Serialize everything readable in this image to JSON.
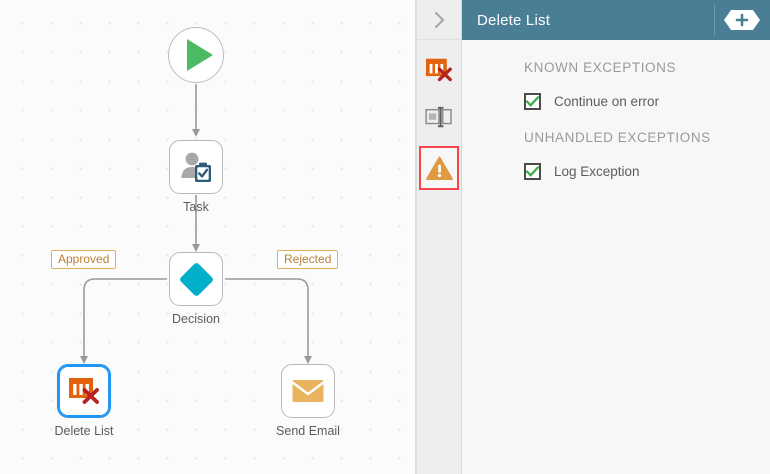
{
  "canvas": {
    "nodes": [
      {
        "id": "start",
        "name": "start-node",
        "label": "",
        "icon": "play-icon"
      },
      {
        "id": "task",
        "name": "task-node",
        "label": "Task",
        "icon": "user-task-icon"
      },
      {
        "id": "decision",
        "name": "decision-node",
        "label": "Decision",
        "icon": "diamond-icon"
      },
      {
        "id": "delete",
        "name": "delete-list-node",
        "label": "Delete List",
        "icon": "delete-list-icon",
        "selected": true
      },
      {
        "id": "email",
        "name": "send-email-node",
        "label": "Send Email",
        "icon": "envelope-icon"
      }
    ],
    "edge_labels": [
      {
        "id": "approved",
        "text": "Approved"
      },
      {
        "id": "rejected",
        "text": "Rejected"
      }
    ],
    "colors": {
      "start_green": "#4cb963",
      "decision_cyan": "#00b0ca",
      "delete_orange": "#e2620d",
      "delete_x_red": "#b5231f",
      "email_orange": "#e8b45e",
      "selection_blue": "#2196f3",
      "chip_border": "#e3ae62",
      "chip_text": "#b98033",
      "connector": "#9a9a9a"
    }
  },
  "icon_strip": {
    "collapse_icon": "chevron-right-icon",
    "items": [
      {
        "name": "delete-list-icon",
        "active": false
      },
      {
        "name": "properties-icon",
        "active": false
      },
      {
        "name": "exceptions-warning-icon",
        "active": true
      }
    ]
  },
  "panel": {
    "header": {
      "title": "Delete List",
      "add_icon": "plus-icon",
      "background": "#4a7e95"
    },
    "sections": [
      {
        "title": "KNOWN EXCEPTIONS",
        "options": [
          {
            "label": "Continue on error",
            "checked": true
          }
        ]
      },
      {
        "title": "UNHANDLED EXCEPTIONS",
        "options": [
          {
            "label": "Log Exception",
            "checked": true
          }
        ]
      }
    ]
  }
}
